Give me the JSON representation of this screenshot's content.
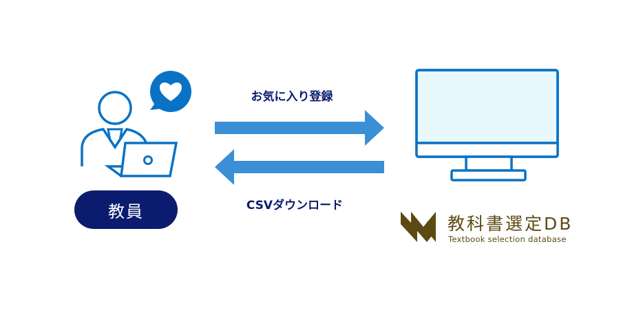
{
  "labels": {
    "favorite": "お気に入り登録",
    "csv": "CSVダウンロード"
  },
  "teacher": {
    "badge": "教員"
  },
  "logo": {
    "name_jp": "教科書選定DB",
    "name_en": "Textbook selection database"
  },
  "colors": {
    "icon": "#0a72c4",
    "arrow": "#3a8fd6",
    "navy": "#0b1c6e",
    "logo": "#5c4a12",
    "screen": "#e8f8fc"
  }
}
